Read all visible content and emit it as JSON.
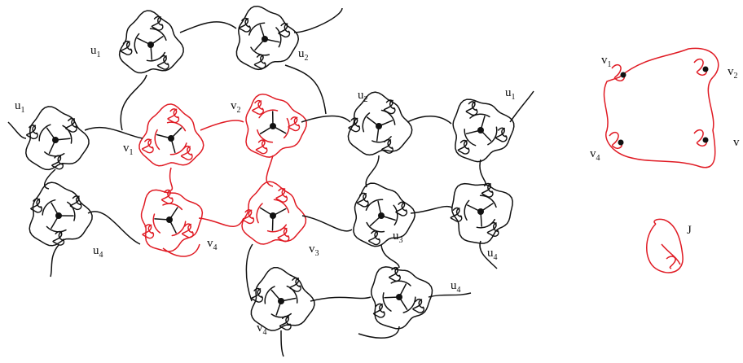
{
  "colors": {
    "ink": "#111111",
    "highlight": "#e01b24"
  },
  "labels": {
    "u1_top": {
      "base": "u",
      "sub": "1"
    },
    "u2_top": {
      "base": "u",
      "sub": "2"
    },
    "u1_left": {
      "base": "u",
      "sub": "1"
    },
    "v1": {
      "base": "v",
      "sub": "1"
    },
    "v2": {
      "base": "v",
      "sub": "2"
    },
    "u2_mid": {
      "base": "u",
      "sub": "2"
    },
    "u1_right": {
      "base": "u",
      "sub": "1"
    },
    "u4_left": {
      "base": "u",
      "sub": "4"
    },
    "v4": {
      "base": "v",
      "sub": "4"
    },
    "v3": {
      "base": "v",
      "sub": "3"
    },
    "u3": {
      "base": "u",
      "sub": "3"
    },
    "u4_right": {
      "base": "u",
      "sub": "4"
    },
    "v4_bottom": {
      "base": "v",
      "sub": "4"
    },
    "u4_bottom": {
      "base": "u",
      "sub": "4"
    },
    "side_v1": {
      "base": "v",
      "sub": "1"
    },
    "side_v2": {
      "base": "v",
      "sub": "2"
    },
    "side_v4": {
      "base": "v",
      "sub": "4"
    },
    "side_v3": {
      "base": "v",
      "sub": ""
    },
    "knot_j": {
      "base": "J",
      "sub": ""
    }
  }
}
